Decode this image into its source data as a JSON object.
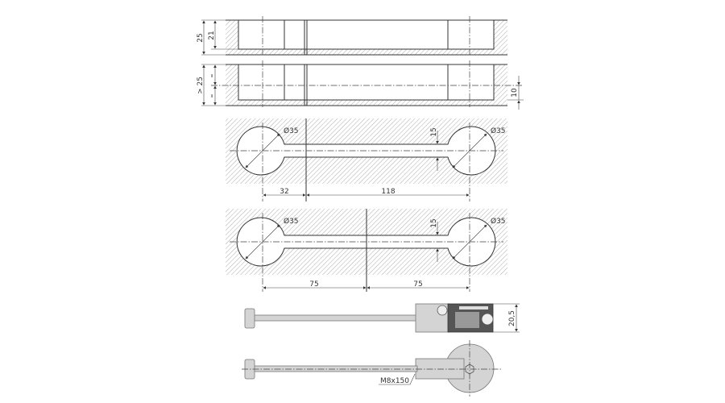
{
  "title": "Connector fitting technical drawing",
  "views": {
    "side_view_1": {
      "height_total": "25",
      "height_inner": "21"
    },
    "side_view_2": {
      "height_min": "> 25",
      "equal_mark_top": "=",
      "equal_mark_bottom": "=",
      "offset": "10"
    },
    "plan_view_1": {
      "hole_dia_left": "Ø35",
      "hole_dia_right": "Ø35",
      "slot_width": "15",
      "dist_left": "32",
      "dist_right": "118"
    },
    "plan_view_2": {
      "hole_dia_left": "Ø35",
      "hole_dia_right": "Ø35",
      "slot_width": "15",
      "dist_left": "75",
      "dist_right": "75"
    },
    "fitting_side": {
      "height": "20,5"
    },
    "fitting_top": {
      "thread_label": "M8x150"
    }
  }
}
